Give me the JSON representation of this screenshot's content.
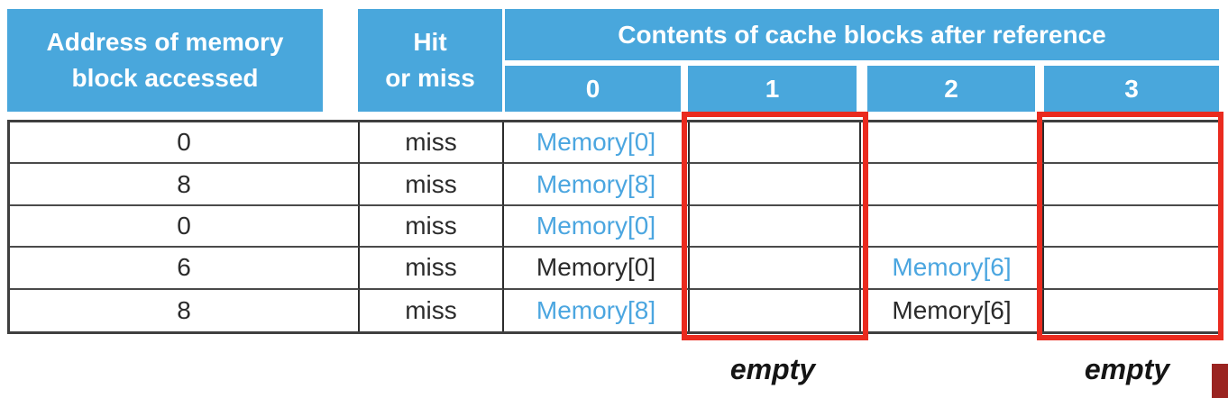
{
  "figure": {
    "header": {
      "address_line1": "Address of memory",
      "address_line2": "block accessed",
      "hit_line1": "Hit",
      "hit_line2": "or miss",
      "contents": "Contents of cache blocks after reference",
      "block_columns": [
        "0",
        "1",
        "2",
        "3"
      ]
    },
    "rows": [
      {
        "address": "0",
        "hit_or_miss": "miss",
        "block0": {
          "text": "Memory[0]",
          "color": "blue"
        },
        "block1": {},
        "block2": {},
        "block3": {}
      },
      {
        "address": "8",
        "hit_or_miss": "miss",
        "block0": {
          "text": "Memory[8]",
          "color": "blue"
        },
        "block1": {},
        "block2": {},
        "block3": {}
      },
      {
        "address": "0",
        "hit_or_miss": "miss",
        "block0": {
          "text": "Memory[0]",
          "color": "blue"
        },
        "block1": {},
        "block2": {},
        "block3": {}
      },
      {
        "address": "6",
        "hit_or_miss": "miss",
        "block0": {
          "text": "Memory[0]",
          "color": "black"
        },
        "block1": {},
        "block2": {
          "text": "Memory[6]",
          "color": "blue"
        },
        "block3": {}
      },
      {
        "address": "8",
        "hit_or_miss": "miss",
        "block0": {
          "text": "Memory[8]",
          "color": "blue"
        },
        "block1": {},
        "block2": {
          "text": "Memory[6]",
          "color": "black"
        },
        "block3": {}
      }
    ],
    "annotations": {
      "empty_labels": [
        "empty",
        "empty"
      ],
      "highlighted_columns": [
        "1",
        "3"
      ]
    },
    "colors": {
      "header_blue": "#49A7DC",
      "new_entry_blue": "#4BA6E0",
      "body_text": "#2B2B2B",
      "highlight_red": "#EA2B1F",
      "corner_dark_red": "#9A2421"
    }
  }
}
